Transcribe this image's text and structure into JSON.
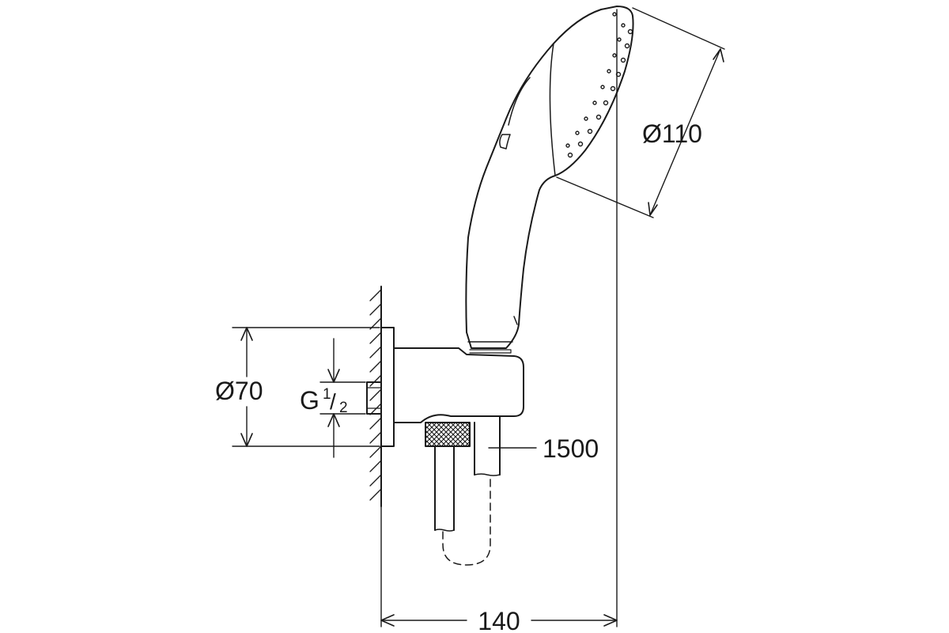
{
  "dimensions": {
    "head_diameter": "Ø110",
    "flange_diameter": "Ø70",
    "thread_letter": "G",
    "thread_numerator": "1",
    "thread_denominator": "2",
    "hose_length": "1500",
    "overall_depth": "140"
  },
  "colors": {
    "line": "#1a1a1a",
    "background": "#ffffff"
  }
}
